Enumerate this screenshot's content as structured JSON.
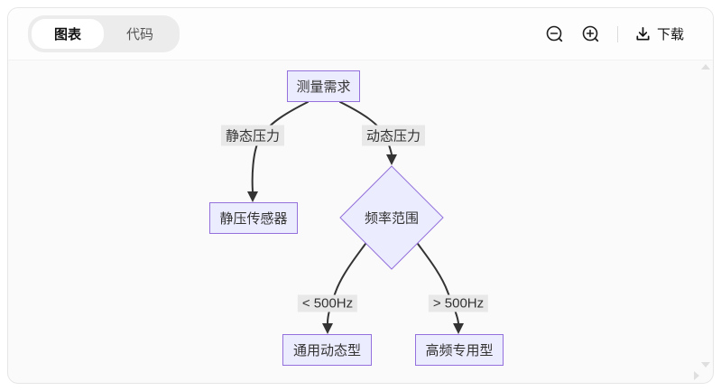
{
  "colors": {
    "header_bg": "#fdfdfd",
    "canvas_bg": "#fafafa",
    "node_fill": "#ECECFF",
    "node_border": "#9370DB",
    "node_text": "#333333",
    "label_bg": "#e8e8e8",
    "edge_color": "#333333"
  },
  "toolbar": {
    "tabs": [
      {
        "label": "图表",
        "active": true
      },
      {
        "label": "代码",
        "active": false
      }
    ],
    "zoom_out_icon": "magnifier-minus",
    "zoom_in_icon": "magnifier-plus",
    "download_icon": "download-tray-arrow",
    "download_label": "下载"
  },
  "flowchart": {
    "type": "flowchart-top-down",
    "nodes": [
      {
        "id": "A",
        "label": "测量需求",
        "shape": "rect"
      },
      {
        "id": "B",
        "label": "静压传感器",
        "shape": "rect"
      },
      {
        "id": "C",
        "label": "频率范围",
        "shape": "diamond"
      },
      {
        "id": "D",
        "label": "通用动态型",
        "shape": "rect"
      },
      {
        "id": "E",
        "label": "高频专用型",
        "shape": "rect"
      }
    ],
    "edges": [
      {
        "from": "测量需求",
        "to": "静压传感器",
        "label": "静态压力"
      },
      {
        "from": "测量需求",
        "to": "频率范围",
        "label": "动态压力"
      },
      {
        "from": "频率范围",
        "to": "通用动态型",
        "label": "< 500Hz"
      },
      {
        "from": "频率范围",
        "to": "高频专用型",
        "label": "> 500Hz"
      }
    ]
  }
}
